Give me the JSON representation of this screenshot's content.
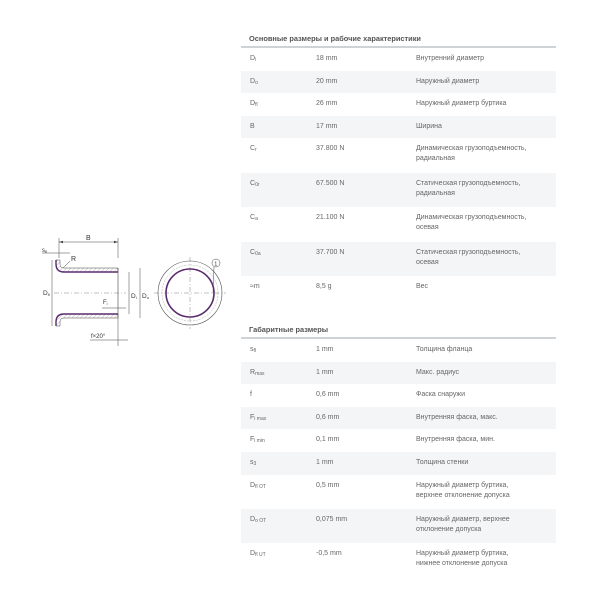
{
  "diagram": {
    "labels": {
      "s_fl": "s",
      "s_fl_sub": "fl",
      "B": "B",
      "R": "R",
      "D_fl": "D",
      "D_fl_sub": "fl",
      "D_i": "D",
      "D_i_sub": "i",
      "D_o": "D",
      "D_o_sub": "o",
      "F_i": "F",
      "F_i_sub": "i",
      "chamfer": "f×20°",
      "callout": "1",
      "D_o_right": "D",
      "D_o_right_sub": "o"
    },
    "colors": {
      "liner": "#5a2a6e",
      "line": "#444444"
    }
  },
  "main_section": {
    "title": "Основные размеры и рабочие характеристики",
    "rows": [
      {
        "sym": "D",
        "sub": "i",
        "value": "18 mm",
        "desc": [
          "Внутренний диаметр"
        ]
      },
      {
        "sym": "D",
        "sub": "o",
        "value": "20 mm",
        "desc": [
          "Наружный диаметр"
        ]
      },
      {
        "sym": "D",
        "sub": "fl",
        "value": "26 mm",
        "desc": [
          "Наружный диаметр буртика"
        ]
      },
      {
        "sym": "B",
        "sub": "",
        "value": "17 mm",
        "desc": [
          "Ширина"
        ]
      },
      {
        "sym": "C",
        "sub": "r",
        "value": "37.800 N",
        "desc": [
          "Динамическая грузоподъемность,",
          "радиальная"
        ]
      },
      {
        "sym": "C",
        "sub": "0r",
        "value": "67.500 N",
        "desc": [
          "Статическая грузоподъемность,",
          "радиальная"
        ]
      },
      {
        "sym": "C",
        "sub": "a",
        "value": "21.100 N",
        "desc": [
          "Динамическая грузоподъемность,",
          "осевая"
        ]
      },
      {
        "sym": "C",
        "sub": "0a",
        "value": "37.700 N",
        "desc": [
          "Статическая грузоподъемность,",
          "осевая"
        ]
      },
      {
        "sym": "≈m",
        "sub": "",
        "value": "8,5 g",
        "desc": [
          "Вес"
        ]
      }
    ]
  },
  "dimensions_section": {
    "title": "Габаритные размеры",
    "rows": [
      {
        "sym": "s",
        "sub": "fl",
        "value": "1 mm",
        "desc": [
          "Толщина фланца"
        ]
      },
      {
        "sym": "R",
        "sub": "max",
        "value": "1 mm",
        "desc": [
          "Макс. радиус"
        ]
      },
      {
        "sym": "f",
        "sub": "",
        "value": "0,6 mm",
        "desc": [
          "Фаска снаружи"
        ]
      },
      {
        "sym": "F",
        "sub": "i max",
        "value": "0,6 mm",
        "desc": [
          "Внутренняя фаска, макс."
        ]
      },
      {
        "sym": "F",
        "sub": "i min",
        "value": "0,1 mm",
        "desc": [
          "Внутренняя фаска, мин."
        ]
      },
      {
        "sym": "s",
        "sub": "3",
        "value": "1 mm",
        "desc": [
          "Толщина стенки"
        ]
      },
      {
        "sym": "D",
        "sub": "fl OT",
        "value": "0,5 mm",
        "desc": [
          "Наружный диаметр буртика,",
          "верхнее отклонение допуска"
        ]
      },
      {
        "sym": "D",
        "sub": "o OT",
        "value": "0,075 mm",
        "desc": [
          "Наружный диаметр, верхнее",
          "отклонение допуска"
        ]
      },
      {
        "sym": "D",
        "sub": "fl UT",
        "value": "-0,5 mm",
        "desc": [
          "Наружный диаметр буртика,",
          "нижнее отклонение допуска"
        ]
      }
    ]
  }
}
